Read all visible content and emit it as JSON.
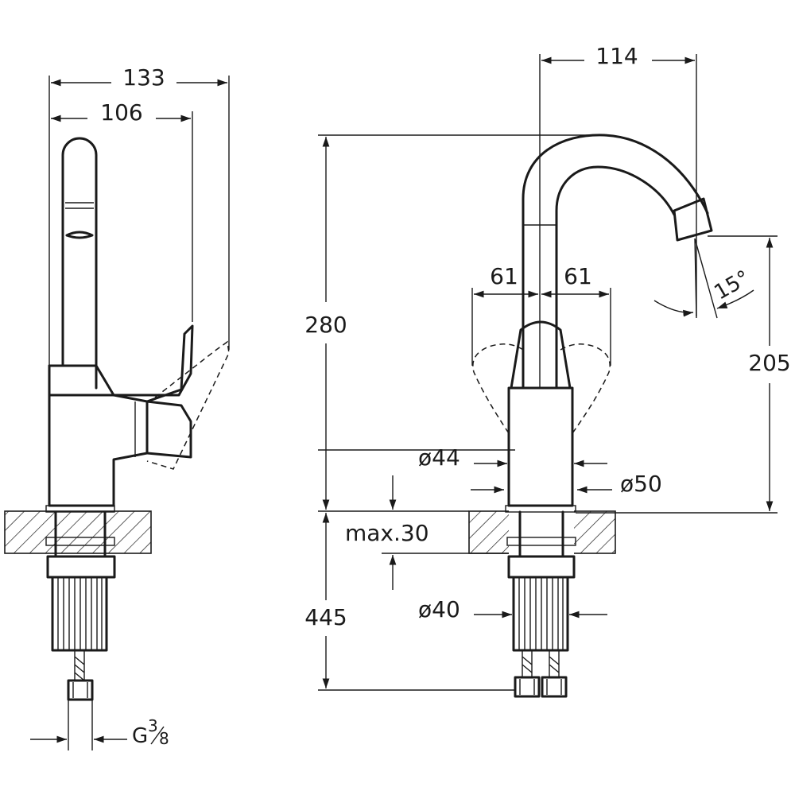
{
  "dimensions": {
    "width_total": "133",
    "width_spout_side": "106",
    "reach": "114",
    "height_total": "280",
    "handle_left": "61",
    "handle_right": "61",
    "angle": "15°",
    "spout_height": "205",
    "dia_body_top": "ø44",
    "dia_body_base": "ø50",
    "counter_thickness": "max.30",
    "hose_length": "445",
    "dia_shank": "ø40",
    "thread_prefix": "G",
    "thread_num": "3",
    "thread_den": "8"
  }
}
